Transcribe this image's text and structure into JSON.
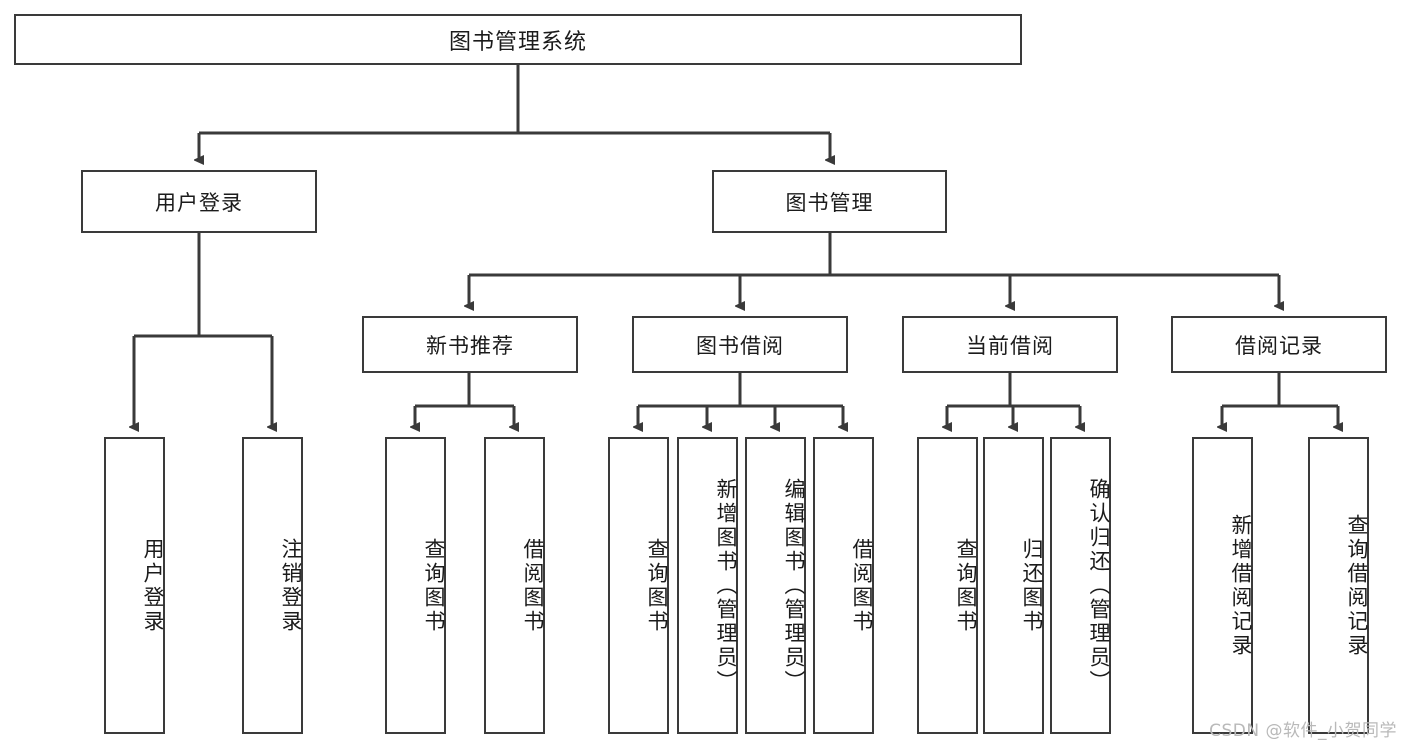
{
  "diagram": {
    "type": "tree",
    "title": "图书管理系统",
    "root": {
      "id": "root",
      "label": "图书管理系统"
    },
    "level2": [
      {
        "id": "user-login",
        "label": "用户登录"
      },
      {
        "id": "book-management",
        "label": "图书管理"
      }
    ],
    "level3": [
      {
        "id": "new-book-recommend",
        "label": "新书推荐",
        "parent": "book-management"
      },
      {
        "id": "book-borrow",
        "label": "图书借阅",
        "parent": "book-management"
      },
      {
        "id": "current-borrow",
        "label": "当前借阅",
        "parent": "book-management"
      },
      {
        "id": "borrow-record",
        "label": "借阅记录",
        "parent": "book-management"
      }
    ],
    "leaves": [
      {
        "id": "leaf-user-login",
        "label": "用户登录",
        "parent": "user-login"
      },
      {
        "id": "leaf-logout",
        "label": "注销登录",
        "parent": "user-login"
      },
      {
        "id": "leaf-query-book-1",
        "label": "查询图书",
        "parent": "new-book-recommend"
      },
      {
        "id": "leaf-borrow-book-1",
        "label": "借阅图书",
        "parent": "new-book-recommend"
      },
      {
        "id": "leaf-query-book-2",
        "label": "查询图书",
        "parent": "book-borrow"
      },
      {
        "id": "leaf-add-book",
        "label": "新增图书（管理员）",
        "parent": "book-borrow"
      },
      {
        "id": "leaf-edit-book",
        "label": "编辑图书（管理员）",
        "parent": "book-borrow"
      },
      {
        "id": "leaf-borrow-book-2",
        "label": "借阅图书",
        "parent": "book-borrow"
      },
      {
        "id": "leaf-query-book-3",
        "label": "查询图书",
        "parent": "current-borrow"
      },
      {
        "id": "leaf-return-book",
        "label": "归还图书",
        "parent": "current-borrow"
      },
      {
        "id": "leaf-confirm-return",
        "label": "确认归还（管理员）",
        "parent": "current-borrow"
      },
      {
        "id": "leaf-add-record",
        "label": "新增借阅记录",
        "parent": "borrow-record"
      },
      {
        "id": "leaf-query-record",
        "label": "查询借阅记录",
        "parent": "borrow-record"
      }
    ],
    "colors": {
      "stroke": "#3a3a3a",
      "fill": "#ffffff",
      "text": "#1b1b1b",
      "watermark": "#b9b9b9"
    }
  },
  "watermark": {
    "text": "CSDN @软件_小贺同学"
  }
}
